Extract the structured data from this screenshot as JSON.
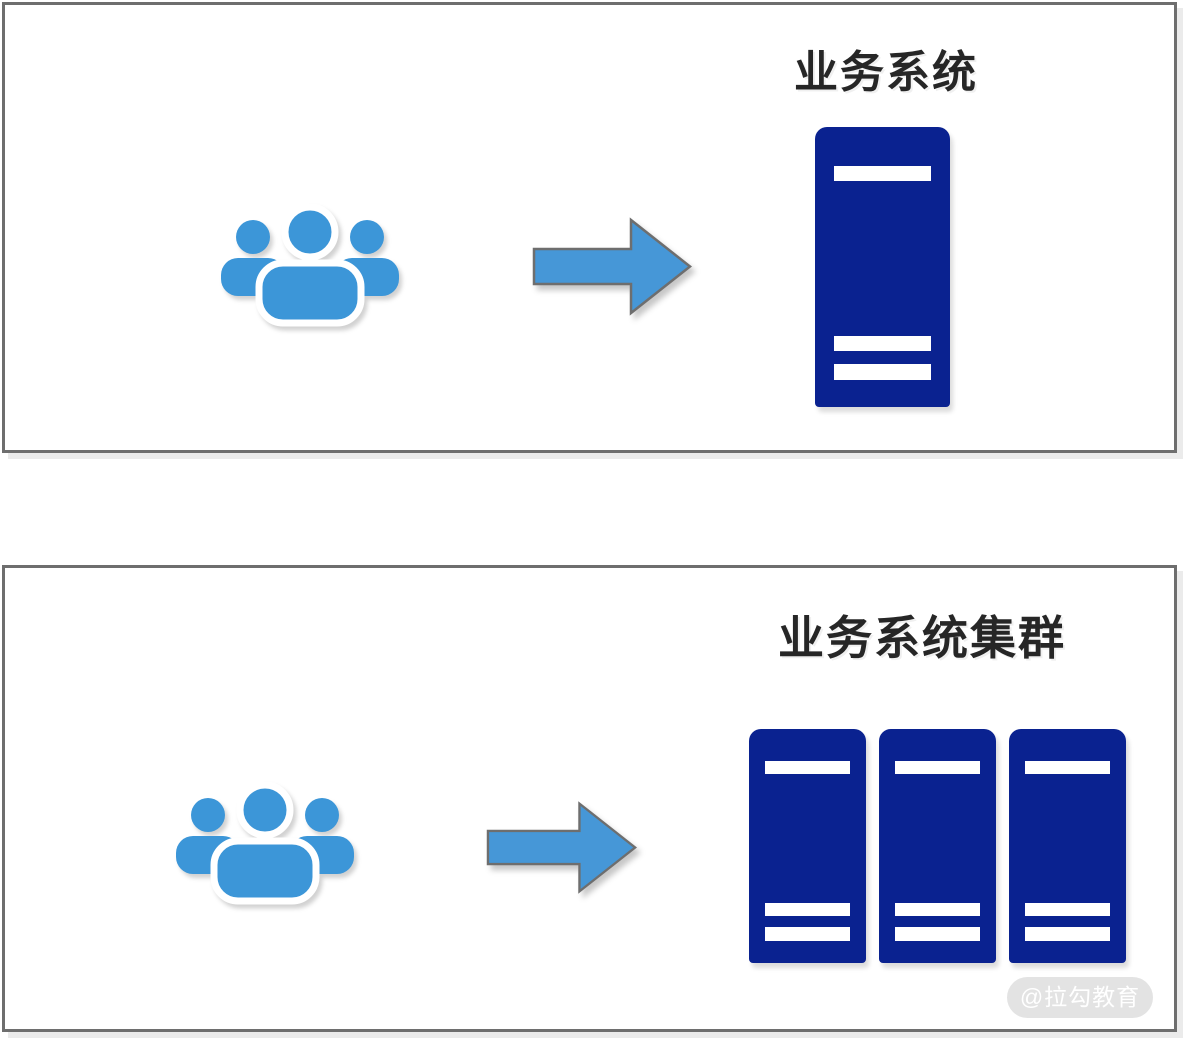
{
  "diagram": {
    "title_meaning": "users requesting a business system vs a business system cluster",
    "panels": [
      {
        "id": "single-server",
        "label": "业务系统",
        "users_icon": "users-group",
        "arrow_icon": "right-arrow",
        "server_count": 1
      },
      {
        "id": "server-cluster",
        "label": "业务系统集群",
        "users_icon": "users-group",
        "arrow_icon": "right-arrow",
        "server_count": 3
      }
    ],
    "watermark": {
      "text": "@拉勾教育"
    }
  },
  "colors": {
    "panel_border": "#6E6E6E",
    "panel_shadow": "#EBEBEB",
    "people_blue": "#3C96D8",
    "arrow_blue": "#4697D7",
    "arrow_stroke": "#6E6E6E",
    "server_navy": "#0A2290",
    "label_color": "#262626",
    "watermark_bg": "#E3E3E3",
    "watermark_text": "#FFFFFF"
  }
}
